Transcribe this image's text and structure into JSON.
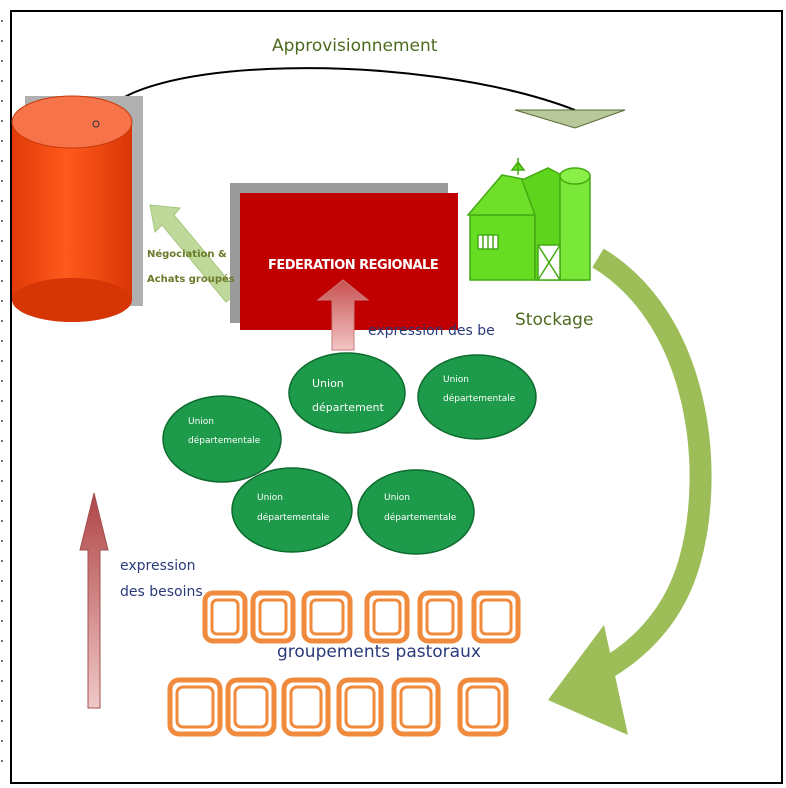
{
  "diagram": {
    "top_arrow_label": "Approvisionnement",
    "left_arrow_label_line1": "Négociation &",
    "left_arrow_label_line2": "Achats groupés",
    "federation_label": "FEDERATION REGIONALE",
    "up_arrow_label": "expression des be",
    "storage_label": "Stockage",
    "left_up_label_line1": "expression",
    "left_up_label_line2": "des besoins",
    "groups_label": "groupements pastoraux",
    "unions": [
      {
        "line1": "Union",
        "line2": "département"
      },
      {
        "line1": "Union",
        "line2": "départementale"
      },
      {
        "line1": "Union",
        "line2": "départementale"
      },
      {
        "line1": "Union",
        "line2": "départementale"
      },
      {
        "line1": "Union",
        "line2": "départementale"
      }
    ],
    "colors": {
      "cylinder": "#f24b12",
      "federation": "#c00000",
      "union": "#1d9a4a",
      "barn": "#66dd22",
      "big_arrow": "#9dbd58",
      "group_box": "#f08a3c",
      "up_arrow": "#b85b5b"
    }
  }
}
